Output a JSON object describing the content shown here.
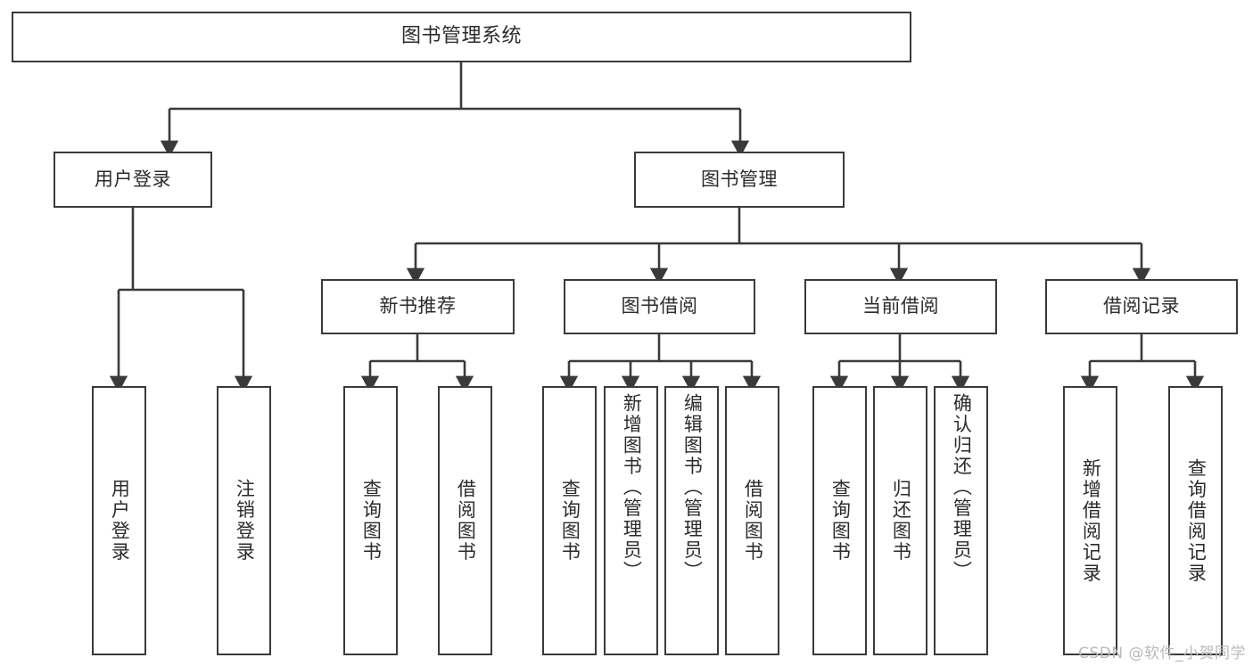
{
  "diagram": {
    "title": "图书管理系统",
    "type": "tree-hierarchy",
    "watermark": "CSDN @软件_小贺同学",
    "colors": {
      "stroke": "#3a3a3a",
      "box_fill": "#ffffff",
      "text": "#2b2b2b",
      "background": "#ffffff",
      "watermark": "#b9b9b9"
    },
    "nodes": {
      "root": {
        "label": "图书管理系统"
      },
      "level2": [
        {
          "id": "user-login",
          "label": "用户登录"
        },
        {
          "id": "book-manage",
          "label": "图书管理"
        }
      ],
      "level3": [
        {
          "id": "new-book-recommend",
          "label": "新书推荐"
        },
        {
          "id": "book-borrow",
          "label": "图书借阅"
        },
        {
          "id": "current-borrow",
          "label": "当前借阅"
        },
        {
          "id": "borrow-record",
          "label": "借阅记录"
        }
      ],
      "leaves": {
        "user_login": [
          {
            "id": "leaf-user-login",
            "label": "用户登录"
          },
          {
            "id": "leaf-logout-login",
            "label": "注销登录"
          }
        ],
        "new_book_recommend": [
          {
            "id": "leaf-query-book-1",
            "label": "查询图书"
          },
          {
            "id": "leaf-borrow-book-1",
            "label": "借阅图书"
          }
        ],
        "book_borrow": [
          {
            "id": "leaf-query-book-2",
            "label": "查询图书"
          },
          {
            "id": "leaf-add-book",
            "label": "新增图书（管理员）"
          },
          {
            "id": "leaf-edit-book",
            "label": "编辑图书（管理员）"
          },
          {
            "id": "leaf-borrow-book-2",
            "label": "借阅图书"
          }
        ],
        "current_borrow": [
          {
            "id": "leaf-query-book-3",
            "label": "查询图书"
          },
          {
            "id": "leaf-return-book",
            "label": "归还图书"
          },
          {
            "id": "leaf-confirm-return",
            "label": "确认归还（管理员）"
          }
        ],
        "borrow_record": [
          {
            "id": "leaf-add-record",
            "label": "新增借阅记录"
          },
          {
            "id": "leaf-query-record",
            "label": "查询借阅记录"
          }
        ]
      }
    }
  }
}
